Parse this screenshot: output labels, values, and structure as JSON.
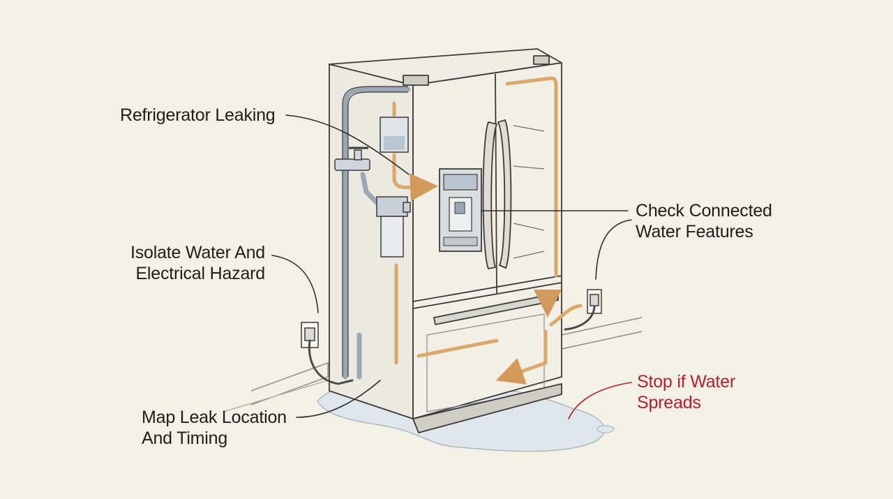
{
  "callouts": {
    "refrigerator_leaking": {
      "lines": [
        "Refrigerator Leaking"
      ]
    },
    "isolate_hazard": {
      "lines": [
        "Isolate Water And",
        "Electrical Hazard"
      ]
    },
    "map_leak": {
      "lines": [
        "Map Leak Location",
        "And Timing"
      ]
    },
    "check_water_features": {
      "lines": [
        "Check Connected",
        "Water Features"
      ]
    },
    "stop_if_spreads": {
      "lines": [
        "Stop if Water",
        "Spreads"
      ]
    }
  },
  "colors": {
    "background": "#f3f1e6",
    "ink": "#3a3a3a",
    "text": "#1d1d1b",
    "warning_text": "#b3202a",
    "water_line": "#d9a86a",
    "water_pool": "#dfe6ec",
    "supply_pipe": "#9aa8b6"
  },
  "icons": [
    "water-filter-icon",
    "shutoff-valve-icon",
    "wall-outlet-icon",
    "water-dispenser-icon",
    "leak-puddle-icon",
    "flow-arrow-icon"
  ]
}
